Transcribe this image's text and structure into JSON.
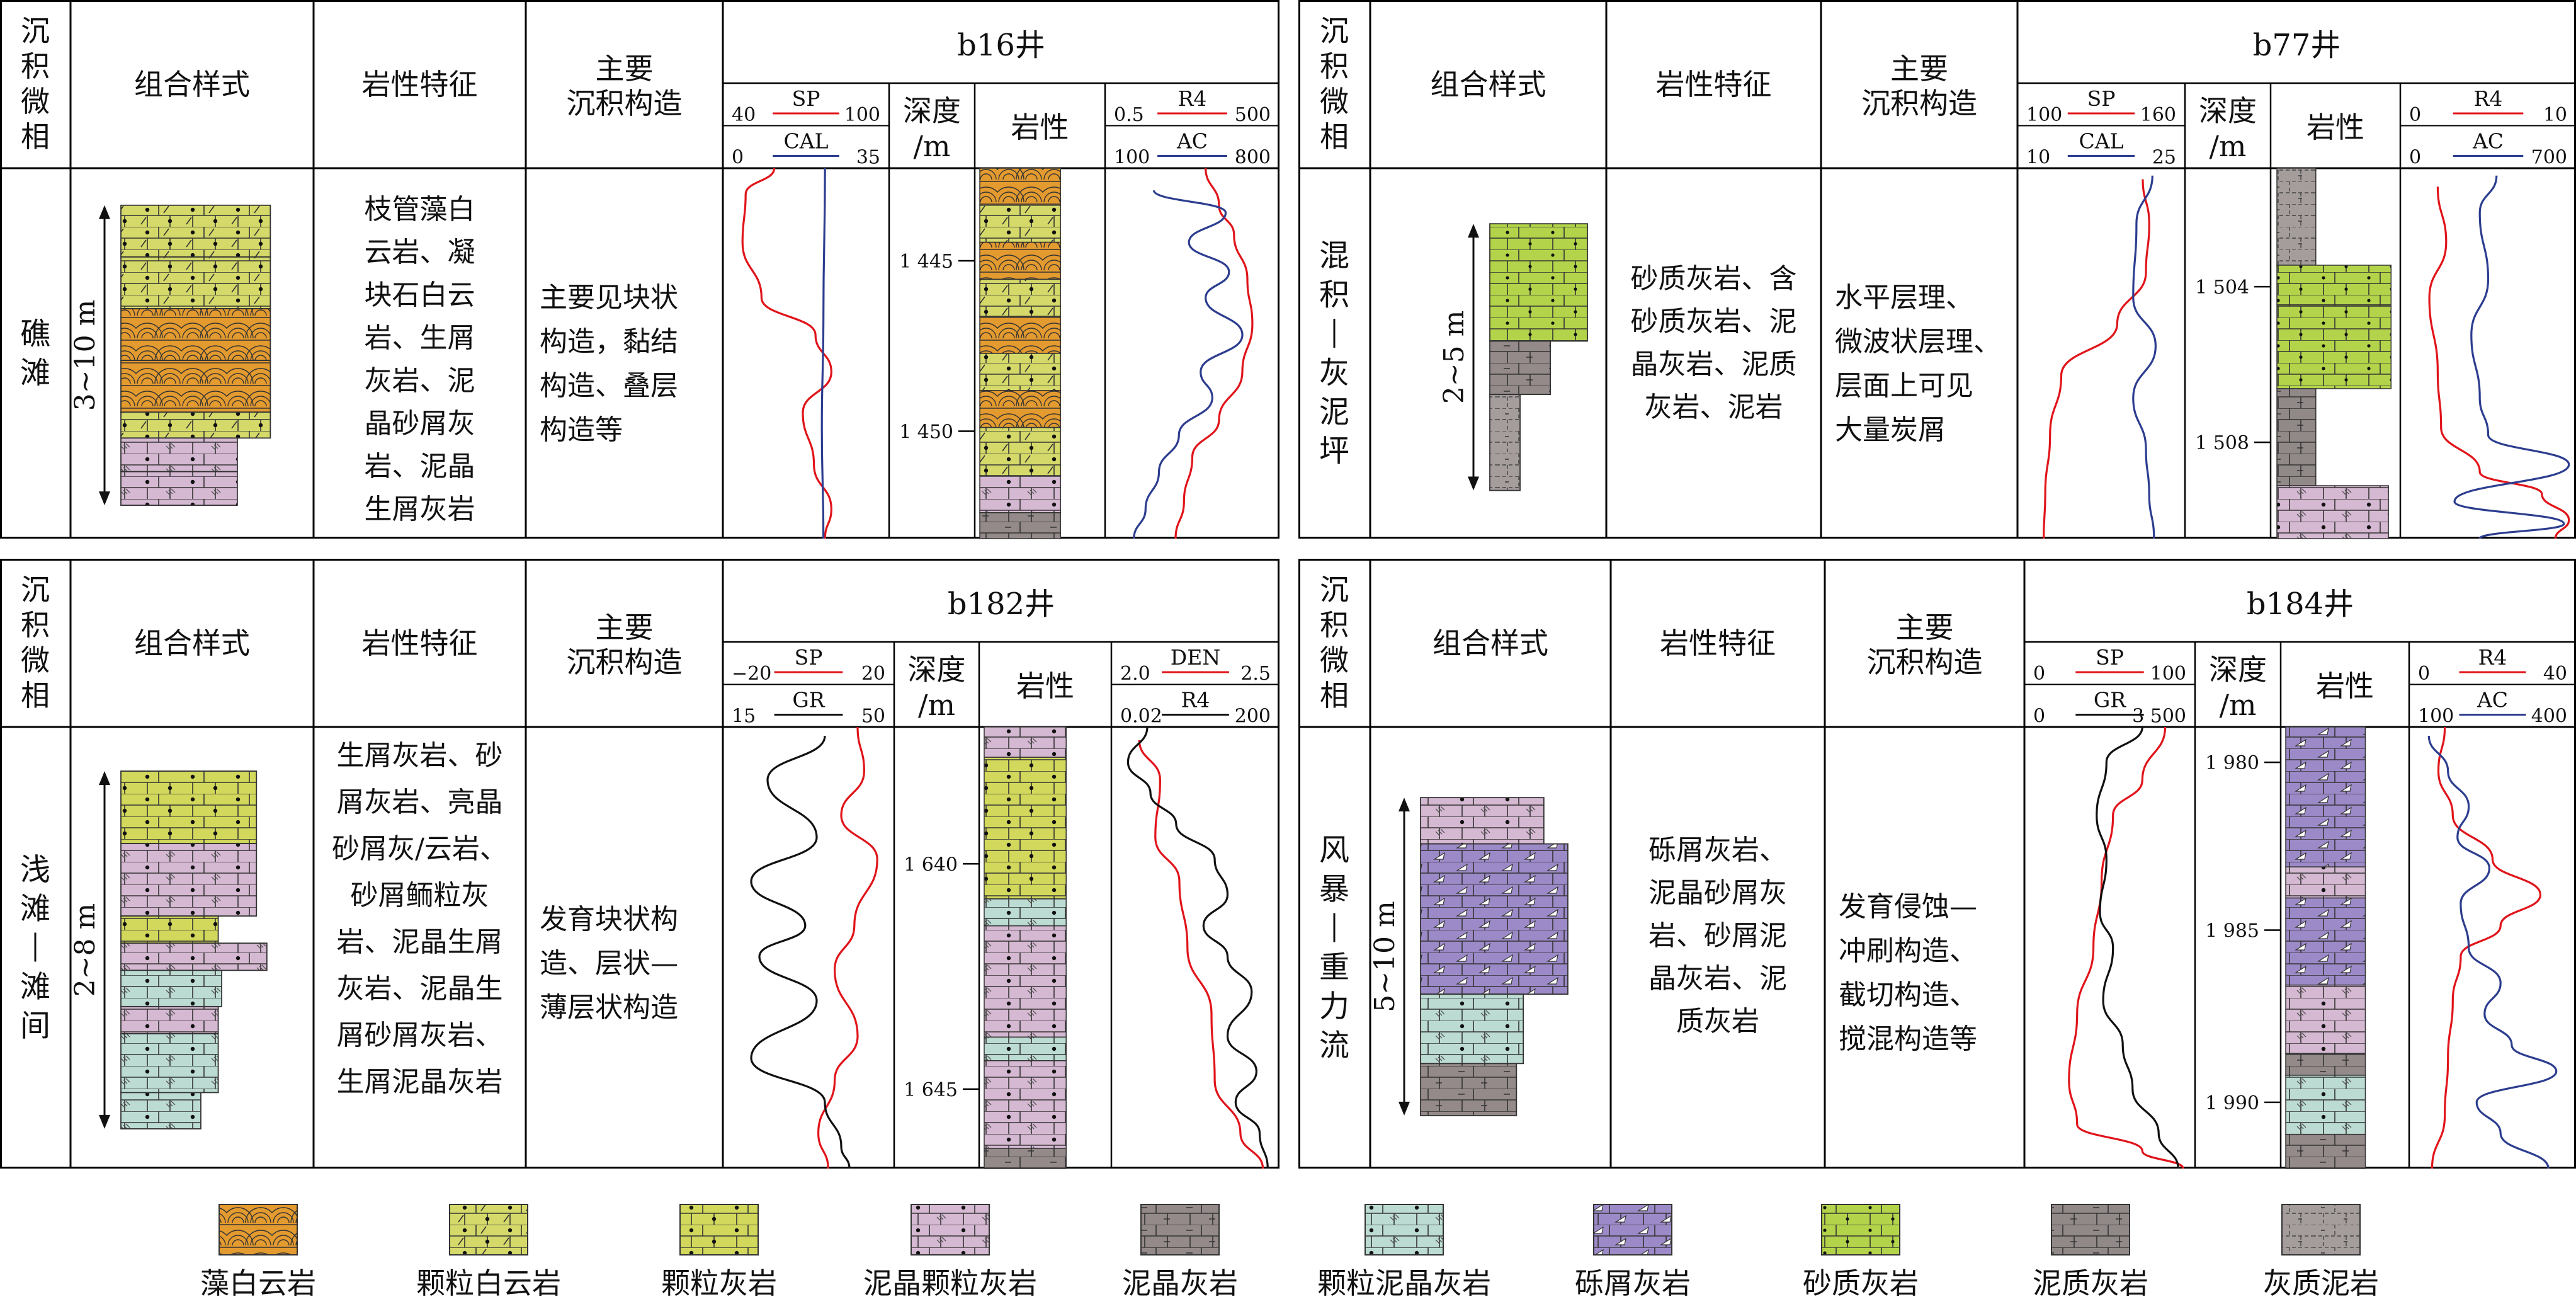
{
  "headers": {
    "facies": "沉积微相",
    "pattern": "组合样式",
    "lithology_features": "岩性特征",
    "structures": [
      "主要",
      "沉积构造"
    ],
    "depth": [
      "深度",
      "/m"
    ],
    "lithology": "岩性"
  },
  "panels": [
    {
      "well": "b16井",
      "facies_name": "礁滩",
      "thickness": "3~10 m",
      "lithology_lines": [
        "枝管藻白",
        "云岩、凝",
        "块石白云",
        "岩、生屑",
        "灰岩、泥",
        "晶砂屑灰",
        "岩、泥晶",
        "生屑灰岩"
      ],
      "structure_lines": [
        "主要见块状",
        "构造，黏结",
        "构造、叠层",
        "构造等"
      ],
      "curve_left_top": {
        "name": "SP",
        "min": "40",
        "max": "100"
      },
      "curve_left_bottom": {
        "name": "CAL",
        "min": "0",
        "max": "35"
      },
      "curve_right_top": {
        "name": "R4",
        "min": "0.5",
        "max": "500"
      },
      "curve_right_bottom": {
        "name": "AC",
        "min": "100",
        "max": "800"
      },
      "depth_ticks": [
        "1 445",
        "1 450"
      ],
      "pattern_layers": [
        "颗粒白云岩",
        "颗粒白云岩",
        "藻白云岩",
        "藻白云岩",
        "颗粒白云岩",
        "泥晶颗粒灰岩",
        "泥晶颗粒灰岩"
      ],
      "column_layers": [
        "藻白云岩",
        "颗粒白云岩",
        "藻白云岩",
        "颗粒白云岩",
        "藻白云岩",
        "颗粒白云岩",
        "藻白云岩",
        "颗粒白云岩",
        "泥晶颗粒灰岩",
        "泥晶灰岩"
      ]
    },
    {
      "well": "b77井",
      "facies_name": "混积—灰泥坪",
      "thickness": "2~5 m",
      "lithology_lines": [
        "砂质灰岩、含",
        "砂质灰岩、泥",
        "晶灰岩、泥质",
        "灰岩、泥岩"
      ],
      "structure_lines": [
        "水平层理、",
        "微波状层理、",
        "层面上可见",
        "大量炭屑"
      ],
      "curve_left_top": {
        "name": "SP",
        "min": "100",
        "max": "160"
      },
      "curve_left_bottom": {
        "name": "CAL",
        "min": "10",
        "max": "25"
      },
      "curve_right_top": {
        "name": "R4",
        "min": "0",
        "max": "10"
      },
      "curve_right_bottom": {
        "name": "AC",
        "min": "0",
        "max": "700"
      },
      "depth_ticks": [
        "1 504",
        "1 508"
      ],
      "pattern_layers": [
        "砂质灰岩",
        "泥晶灰岩",
        "灰质泥岩"
      ],
      "column_layers": [
        "灰质泥岩",
        "砂质灰岩",
        "砂质灰岩",
        "泥质灰岩",
        "泥晶颗粒灰岩"
      ]
    },
    {
      "well": "b182井",
      "facies_name": "浅滩—滩间",
      "thickness": "2~8 m",
      "lithology_lines": [
        "生屑灰岩、砂",
        "屑灰岩、亮晶",
        "砂屑灰/云岩、",
        "砂屑鲕粒灰",
        "岩、泥晶生屑",
        "灰岩、泥晶生",
        "屑砂屑灰岩、",
        "生屑泥晶灰岩"
      ],
      "structure_lines": [
        "发育块状构",
        "造、层状—",
        "薄层状构造"
      ],
      "curve_left_top": {
        "name": "SP",
        "min": "−20",
        "max": "20"
      },
      "curve_left_bottom": {
        "name": "GR",
        "min": "15",
        "max": "50"
      },
      "curve_right_top": {
        "name": "DEN",
        "min": "2.0",
        "max": "2.5"
      },
      "curve_right_bottom": {
        "name": "R4",
        "min": "0.02",
        "max": "200"
      },
      "depth_ticks": [
        "1 640",
        "1 645"
      ],
      "pattern_layers": [
        "颗粒灰岩",
        "泥晶颗粒灰岩",
        "颗粒灰岩",
        "泥晶颗粒灰岩",
        "颗粒泥晶灰岩",
        "泥晶颗粒灰岩",
        "颗粒泥晶灰岩"
      ],
      "column_layers": [
        "泥晶颗粒灰岩",
        "颗粒灰岩",
        "颗粒泥晶灰岩",
        "泥晶颗粒灰岩",
        "颗粒泥晶灰岩",
        "泥晶颗粒灰岩",
        "泥晶灰岩"
      ]
    },
    {
      "well": "b184井",
      "facies_name": "风暴—重力流",
      "thickness": "5~10 m",
      "lithology_lines": [
        "砾屑灰岩、",
        "泥晶砂屑灰",
        "岩、砂屑泥",
        "晶灰岩、泥",
        "质灰岩"
      ],
      "structure_lines": [
        "发育侵蚀—",
        "冲刷构造、",
        "截切构造、",
        "搅混构造等"
      ],
      "curve_left_top": {
        "name": "SP",
        "min": "0",
        "max": "100"
      },
      "curve_left_bottom": {
        "name": "GR",
        "min": "0",
        "max": "3 500"
      },
      "curve_right_top": {
        "name": "R4",
        "min": "0",
        "max": "40"
      },
      "curve_right_bottom": {
        "name": "AC",
        "min": "100",
        "max": "400"
      },
      "depth_ticks": [
        "1 980",
        "1 985",
        "1 990"
      ],
      "pattern_layers": [
        "泥晶颗粒灰岩",
        "砾屑灰岩",
        "颗粒泥晶灰岩",
        "泥晶灰岩"
      ],
      "column_layers": [
        "砾屑灰岩",
        "泥晶颗粒灰岩",
        "砾屑灰岩",
        "泥晶颗粒灰岩",
        "泥晶灰岩",
        "颗粒泥晶灰岩",
        "泥晶灰岩"
      ]
    }
  ],
  "legend": [
    {
      "key": "algal",
      "label": "藻白云岩"
    },
    {
      "key": "graindol",
      "label": "颗粒白云岩"
    },
    {
      "key": "grainls",
      "label": "颗粒灰岩"
    },
    {
      "key": "micgrain",
      "label": "泥晶颗粒灰岩"
    },
    {
      "key": "micrite",
      "label": "泥晶灰岩"
    },
    {
      "key": "grainmic",
      "label": "颗粒泥晶灰岩"
    },
    {
      "key": "rudite",
      "label": "砾屑灰岩"
    },
    {
      "key": "sandy",
      "label": "砂质灰岩"
    },
    {
      "key": "muddy",
      "label": "泥质灰岩"
    },
    {
      "key": "calcmud",
      "label": "灰质泥岩"
    }
  ],
  "colors": {
    "algal": "#e39a2f",
    "graindol": "#d4d96a",
    "grainls": "#d2d85c",
    "micgrain": "#d5b8d2",
    "micrite": "#948a8a",
    "grainmic": "#bcdcd3",
    "rudite": "#9c8ac8",
    "sandy": "#b3d44a",
    "muddy": "#918888",
    "calcmud": "#a59c9c",
    "curve_red": "#e0141a",
    "curve_blue": "#2c3d8f",
    "curve_black": "#111111"
  }
}
